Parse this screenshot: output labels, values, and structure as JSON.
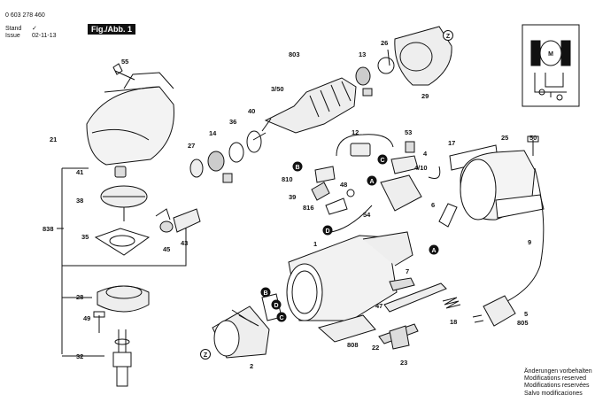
{
  "header": {
    "part_number": "0 603 278 460",
    "stand_label": "Stand",
    "issue_label": "Issue",
    "issue_date": "02-11-13",
    "fig_label": "Fig./Abb. 1"
  },
  "labels": {
    "l21": "21",
    "l55": "55",
    "l41": "41",
    "l38": "38",
    "l838": "838",
    "l35": "35",
    "l28": "28",
    "l49": "49",
    "l32": "32",
    "l27": "27",
    "l14": "14",
    "l36": "36",
    "l40": "40",
    "l45": "45",
    "l43": "43",
    "l803": "803",
    "l350": "3/50",
    "l13": "13",
    "l26": "26",
    "l29": "29",
    "l12": "12",
    "l53": "53",
    "l4": "4",
    "l410": "4/10",
    "l810": "810",
    "l39": "39",
    "l48": "48",
    "l816": "816",
    "l54": "54",
    "l1": "1",
    "l17": "17",
    "l25": "25",
    "l50": "50",
    "l6": "6",
    "l9": "9",
    "l7": "7",
    "l47": "47",
    "l18": "18",
    "l808": "808",
    "l22": "22",
    "l23": "23",
    "l2": "2",
    "l5": "5",
    "l805": "805"
  },
  "markers": {
    "a": "A",
    "b": "B",
    "c": "C",
    "d": "D",
    "z": "Z",
    "m": "M"
  },
  "note": {
    "line1": "Änderungen vorbehalten",
    "line2": "Modifications reserved",
    "line3": "Modifications reservées",
    "line4": "Salvo modificaciones"
  }
}
